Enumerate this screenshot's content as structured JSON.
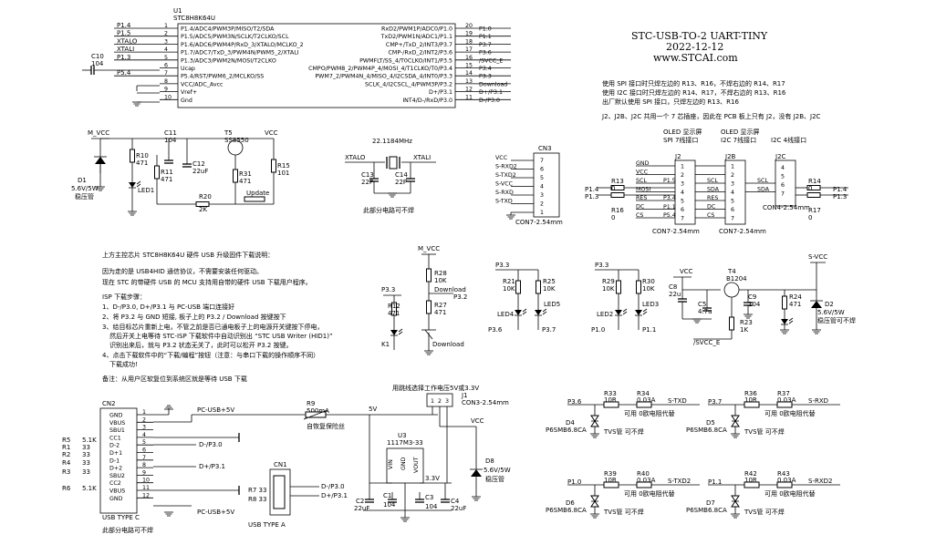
{
  "title": {
    "name": "STC-USB-TO-2 UART-TINY",
    "date": "2022-12-12",
    "url": "www.STCAI.com"
  },
  "notes": {
    "spi": "使用 SPI 接口时只焊左边的 R13、R16，不焊右边的 R14、R17",
    "i2c": "使用 I2C 接口时只焊左边的 R14、R17，不焊右边的 R13、R16",
    "factory": "出厂默认使用 SPI 接口，只焊左边的 R13、R16",
    "j2": "J2、J2B、J2C 共用一个 7 芯插座，因此在 PCB 板上只有 J2，没有 J2B、J2C"
  },
  "u1": {
    "ref": "U1",
    "part": "STC8H8K64U",
    "left_pins": [
      {
        "n": "1",
        "net": "P1.4",
        "name": "P1.4/ADC4/PWM3P/MISO/T2/SDA"
      },
      {
        "n": "2",
        "net": "P1.5",
        "name": "P1.5/ADC5/PWM3N/SCLK/T2CLKO/SCL"
      },
      {
        "n": "3",
        "net": "XTALO",
        "name": "P1.6/ADC6/PWM4P/RxD_3/XTALO/MCLKO_2"
      },
      {
        "n": "4",
        "net": "XTALI",
        "name": "P1.7/ADC7/TxD_3/PWM4N/PWM5_2/XTALI"
      },
      {
        "n": "5",
        "net": "P1.3",
        "name": "P1.3/ADC3/PWM2N/MOSI/T2CLKO"
      },
      {
        "n": "6",
        "net": "",
        "name": "Ucap"
      },
      {
        "n": "7",
        "net": "P5.4",
        "name": "P5.4/RST/PWM6_2/MCLKO/SS"
      },
      {
        "n": "8",
        "net": "",
        "name": "VCC/ADC_Avcc"
      },
      {
        "n": "9",
        "net": "",
        "name": "Vref+"
      },
      {
        "n": "10",
        "net": "",
        "name": "Gnd"
      }
    ],
    "right_pins": [
      {
        "n": "20",
        "net": "P1.0",
        "name": "RxD2/PWM1P/ADC0/P1.0"
      },
      {
        "n": "19",
        "net": "P1.1",
        "name": "TxD2/PWM1N/ADC1/P1.1"
      },
      {
        "n": "18",
        "net": "P3.7",
        "name": "CMP+/TxD_2/INT3/P3.7"
      },
      {
        "n": "17",
        "net": "P3.6",
        "name": "CMP-/RxD_2/INT2/P3.6"
      },
      {
        "n": "16",
        "net": "/SVCC_E",
        "name": "PWMFLT/SS_4/T0CLKO/INT1/P3.5"
      },
      {
        "n": "15",
        "net": "P3.4",
        "name": "CMPO/PWM8_2/PWM4P_4/MOSI_4/T1CLKO/T0/P3.4"
      },
      {
        "n": "14",
        "net": "P3.3",
        "name": "PWM7_2/PWM4N_4/MISO_4/I2CSDA_4/INT0/P3.3"
      },
      {
        "n": "13",
        "net": "Download",
        "name": "SCLK_4/I2CSCL_4/PWM3P/P3.2"
      },
      {
        "n": "12",
        "net": "D+/P3.1",
        "name": "D+/P3.1"
      },
      {
        "n": "11",
        "net": "D-/P3.0",
        "name": "INT4/D-/RxD/P3.0"
      }
    ]
  },
  "power_block": {
    "mvcc": "M_VCC",
    "vcc": "VCC",
    "c10": "C10",
    "c10v": "104",
    "c11": "C11",
    "c11v": "104",
    "c12": "C12",
    "c12v": "22uF",
    "r10": "R10",
    "r10v": "471",
    "r11": "R11",
    "r11v": "471",
    "r31": "R31",
    "r31v": "471",
    "r15": "R15",
    "r15v": "101",
    "t5": "T5",
    "t5v": "SS8550",
    "d1": "D1",
    "d1v": "5.6V/5W",
    "d1n": "稳压管",
    "led1": "LED1",
    "r20": "R20",
    "r20v": "2K",
    "update": "Update"
  },
  "crystal": {
    "freq": "22.1184MHz",
    "xtalo": "XTALO",
    "xtali": "XTALI",
    "c13": "C13",
    "c13v": "22P",
    "c14": "C14",
    "c14v": "22P",
    "note": "此部分电路可不焊"
  },
  "cn3": {
    "ref": "CN3",
    "pins": [
      "VCC",
      "S-RXD2",
      "S-TXD2",
      "S-VCC",
      "S-RXD",
      "S-TXD"
    ],
    "nums": [
      "7",
      "6",
      "5",
      "4",
      "3",
      "2",
      "1"
    ],
    "part": "CON7-2.54mm"
  },
  "oled": {
    "j2": {
      "ref": "J2",
      "t1": "OLED 显示屏",
      "t2": "SPI 7线接口",
      "pins": [
        "GND",
        "VCC",
        "SCL",
        "MOSI",
        "RES",
        "DC",
        "CS"
      ],
      "part": "CON7-2.54mm"
    },
    "j2b": {
      "ref": "J2B",
      "t1": "OLED 显示屏",
      "t2": "I2C 7线接口",
      "pins": [
        "SCL",
        "SDA",
        "RES",
        "DC",
        "CS"
      ],
      "part": "CON7-2.54mm"
    },
    "j2c": {
      "ref": "J2C",
      "t1": "I2C 4线接口",
      "pins": [
        "SCL",
        "SDA"
      ],
      "part": "CON4-2.54mm"
    },
    "nets": [
      "P1.5",
      "P1.3",
      "P3.4",
      "P1.1",
      "P5.4",
      "P1.4",
      "P1.3"
    ],
    "r13": "R13",
    "r13v": "0",
    "r16": "R16",
    "r16v": "0",
    "r14": "R14",
    "r14v": "0",
    "r17": "R17",
    "r17v": "0",
    "p14a": "P1.4",
    "p14b": "P1.4"
  },
  "desc": {
    "title": "上方主控芯片 STC8H8K64U 硬件 USB 升级固件下载说明：",
    "p1": "因为走的是 USB4HID 通信协议，不需要安装任何驱动。",
    "p2": "现在 STC 的带硬件 USB 的 MCU 支持用自带的硬件 USB 下载用户程序。",
    "isp": "ISP 下载步骤：",
    "s1": "1、D-/P3.0, D+/P3.1 与 PC-USB 端口连接好",
    "s2": "2、将 P3.2 与 GND 短接, 板子上的 P3.2 / Download 按键按下",
    "s3": "3、给目标芯片重新上电，不管之前是否已通电板子上的电源开关键按下停电，",
    "s3b": "然后开关上电等待 STC-ISP 下载软件中自动识别出 “STC USB Writer (HID1)”",
    "s3c": "识别出来后，就与 P3.2 状态无关了，此时可以松开 P3.2 按键。",
    "s4": "4、点击下载软件中的“下载/编程”按钮（注意：与串口下载的操作顺序不同）",
    "s4b": "下载成功!",
    "note": "备注：从用户区软复位到系统区就是等待 USB 下载"
  },
  "key": {
    "mvcc": "M_VCC",
    "r28": "R28",
    "r28v": "10K",
    "r27": "R27",
    "r27v": "471",
    "r12": "R12",
    "r12v": "471",
    "p33": "P3.3",
    "k1": "K1",
    "dl": "Download",
    "p32": "P3.2"
  },
  "leds": {
    "p33": "P3.3",
    "r21": "R21",
    "r21v": "10K",
    "r25": "R25",
    "r25v": "10K",
    "led4": "LED4",
    "led5": "LED5",
    "p36": "P3.6",
    "p37": "P3.7",
    "r29": "R29",
    "r29v": "10K",
    "r30": "R30",
    "r30v": "10K",
    "led2": "LED2",
    "led3": "LED3",
    "p10": "P1.0",
    "p11": "P1.1"
  },
  "svcc": {
    "vcc": "VCC",
    "svcc": "S-VCC",
    "c8": "C8",
    "c8v": "22u",
    "c5": "C5",
    "c5v": "4.7u",
    "t4": "T4",
    "t4v": "B1204",
    "c9": "C9",
    "c9v": "104",
    "r24": "R24",
    "r24v": "471",
    "r23": "R23",
    "r23v": "1K",
    "d2": "D2",
    "d2v": "5.6V/5W",
    "d2n": "稳压管可不焊",
    "en": "/SVCC_E"
  },
  "usb": {
    "cn2": "CN2",
    "cn2type": "USB TYPE C",
    "cn2note": "此部分电路可不焊",
    "pins": [
      "GND",
      "VBUS",
      "SBU1",
      "CC1",
      "D-2",
      "D+1",
      "D-1",
      "D+2",
      "SBU2",
      "CC2",
      "VBUS",
      "GND"
    ],
    "nums": [
      "1",
      "2",
      "3",
      "4",
      "5",
      "6",
      "7",
      "8",
      "9",
      "10",
      "11",
      "12"
    ],
    "res": [
      {
        "r": "R5",
        "v": "5.1K"
      },
      {
        "r": "R1",
        "v": "33"
      },
      {
        "r": "R2",
        "v": "33"
      },
      {
        "r": "R4",
        "v": "33"
      },
      {
        "r": "R3",
        "v": "33"
      },
      {
        "r": "R6",
        "v": "5.1K"
      }
    ],
    "pc5v": "PC-USB+5V",
    "pc5v2": "PC-USB+5V",
    "dm": "D-/P3.0",
    "dp": "D+/P3.1",
    "dm2": "D-/P3.0",
    "dp2": "D+/P3.1",
    "r9": "R9",
    "r9v": "500mA",
    "fuse": "自恢复保险丝",
    "v5": "5V",
    "cn1": "CN1",
    "cn1type": "USB TYPE A",
    "r7": "R7 33",
    "r8": "R8 33",
    "u3": "U3",
    "u3v": "1117M3-33",
    "vin": "VIN",
    "gnd": "GND",
    "vout": "VOUT",
    "v33": "3.3V",
    "c2": "C2",
    "c2v": "22uF",
    "c1": "C1",
    "c1v": "104",
    "c3": "C3",
    "c3v": "104",
    "c4": "C4",
    "c4v": "22uF",
    "j1": "J1",
    "j1v": "CON3-2.54mm",
    "j1n": "用跳线选择工作电压5V或3.3V",
    "j1p": [
      "1",
      "2",
      "3"
    ],
    "vcc": "VCC",
    "d8": "D8",
    "d8v": "5.6V/5W",
    "d8n": "稳压管"
  },
  "tvs": [
    {
      "net": "P3.6",
      "r1": "R33",
      "r1v": "10R",
      "r2": "R34",
      "r2v": "0.03A",
      "out": "S-TXD",
      "d": "D4",
      "dv": "P6SMB6.8CA",
      "n1": "可用 0欧电阻代替",
      "n2": "TVS管 可不焊"
    },
    {
      "net": "P3.7",
      "r1": "R36",
      "r1v": "10R",
      "r2": "R37",
      "r2v": "0.03A",
      "out": "S-RXD",
      "d": "D5",
      "dv": "P6SMB6.8CA",
      "n1": "可用 0欧电阻代替",
      "n2": "TVS管 可不焊"
    },
    {
      "net": "P1.0",
      "r1": "R39",
      "r1v": "10R",
      "r2": "R40",
      "r2v": "0.03A",
      "out": "S-TXD2",
      "d": "D6",
      "dv": "P6SMB6.8CA",
      "n1": "可用 0欧电阻代替",
      "n2": "TVS管 可不焊"
    },
    {
      "net": "P1.1",
      "r1": "R42",
      "r1v": "10R",
      "r2": "R43",
      "r2v": "0.03A",
      "out": "S-RXD2",
      "d": "D7",
      "dv": "P6SMB6.8CA",
      "n1": "可用 0欧电阻代替",
      "n2": "TVS管 可不焊"
    }
  ]
}
